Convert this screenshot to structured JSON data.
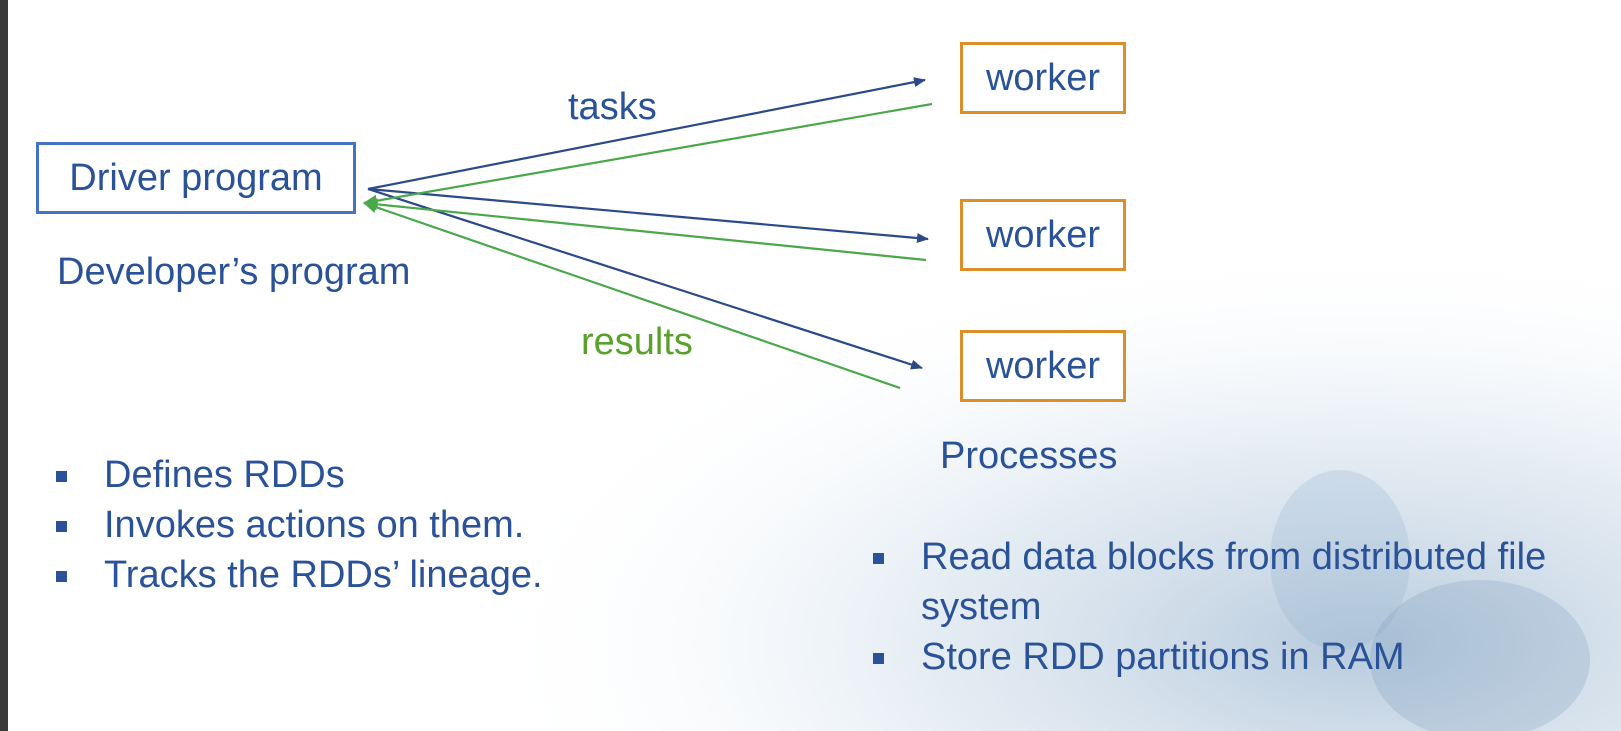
{
  "diagram": {
    "driver_box": {
      "label": "Driver program"
    },
    "driver_caption": "Developer’s program",
    "workers": [
      {
        "label": "worker"
      },
      {
        "label": "worker"
      },
      {
        "label": "worker"
      }
    ],
    "workers_caption": "Processes",
    "arrow_labels": {
      "tasks": "tasks",
      "results": "results"
    }
  },
  "driver_bullets": [
    "Defines RDDs",
    "Invokes actions on them.",
    "Tracks the RDDs’ lineage."
  ],
  "worker_bullets": [
    "Read data blocks from distributed file system",
    "Store RDD partitions in RAM"
  ],
  "colors": {
    "text_blue": "#2a5298",
    "driver_border": "#4472c4",
    "worker_border": "#dc8e2a",
    "task_arrow": "#2b4a8a",
    "result_arrow": "#4aa84a",
    "results_label": "#5aa02c"
  }
}
